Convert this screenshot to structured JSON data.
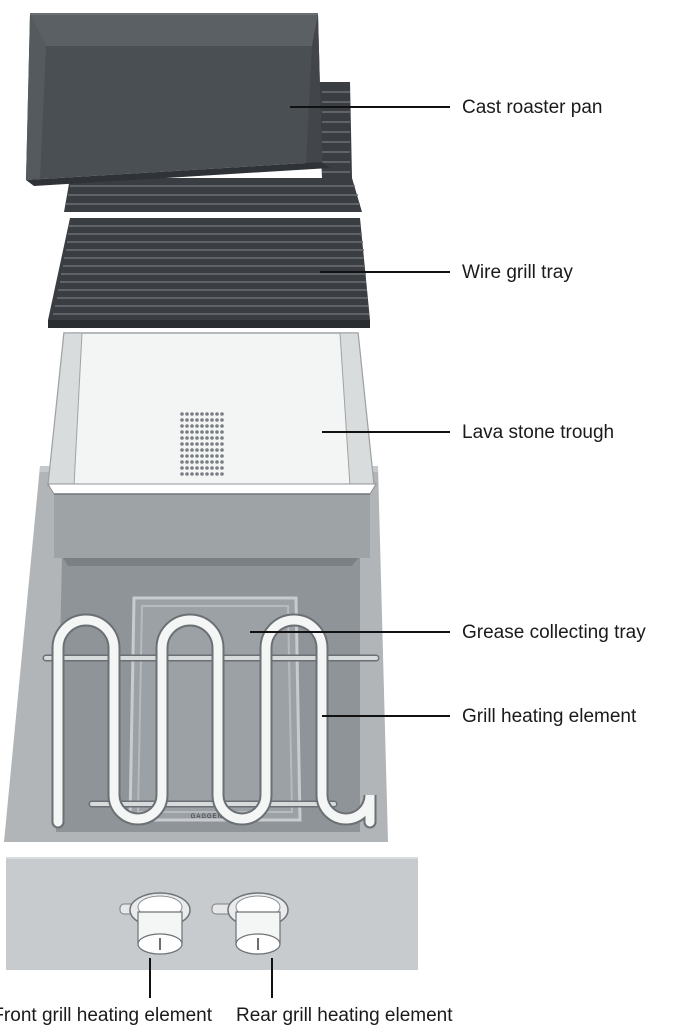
{
  "labels": {
    "cast_roaster_pan": "Cast roaster pan",
    "wire_grill_tray": "Wire grill tray",
    "lava_stone_trough": "Lava stone trough",
    "grease_collecting_tray": "Grease collecting tray",
    "grill_heating_element": "Grill heating element",
    "front_knob": "Front grill heating element",
    "rear_knob": "Rear grill heating element"
  },
  "brand_mark": "GAGGENAU",
  "colors": {
    "pan": "#4a4f53",
    "pan_rim": "#5b6064",
    "grill_dark": "#3a3e42",
    "grill_rib": "#6c7175",
    "trough": "#f3f4f4",
    "trough_side": "#d9dcdd",
    "frame": "#b1b5b8",
    "basin": "#8f9498",
    "front_block": "#9ea3a6",
    "coil": "#f4f5f5",
    "panel": "#c8cbcd"
  }
}
